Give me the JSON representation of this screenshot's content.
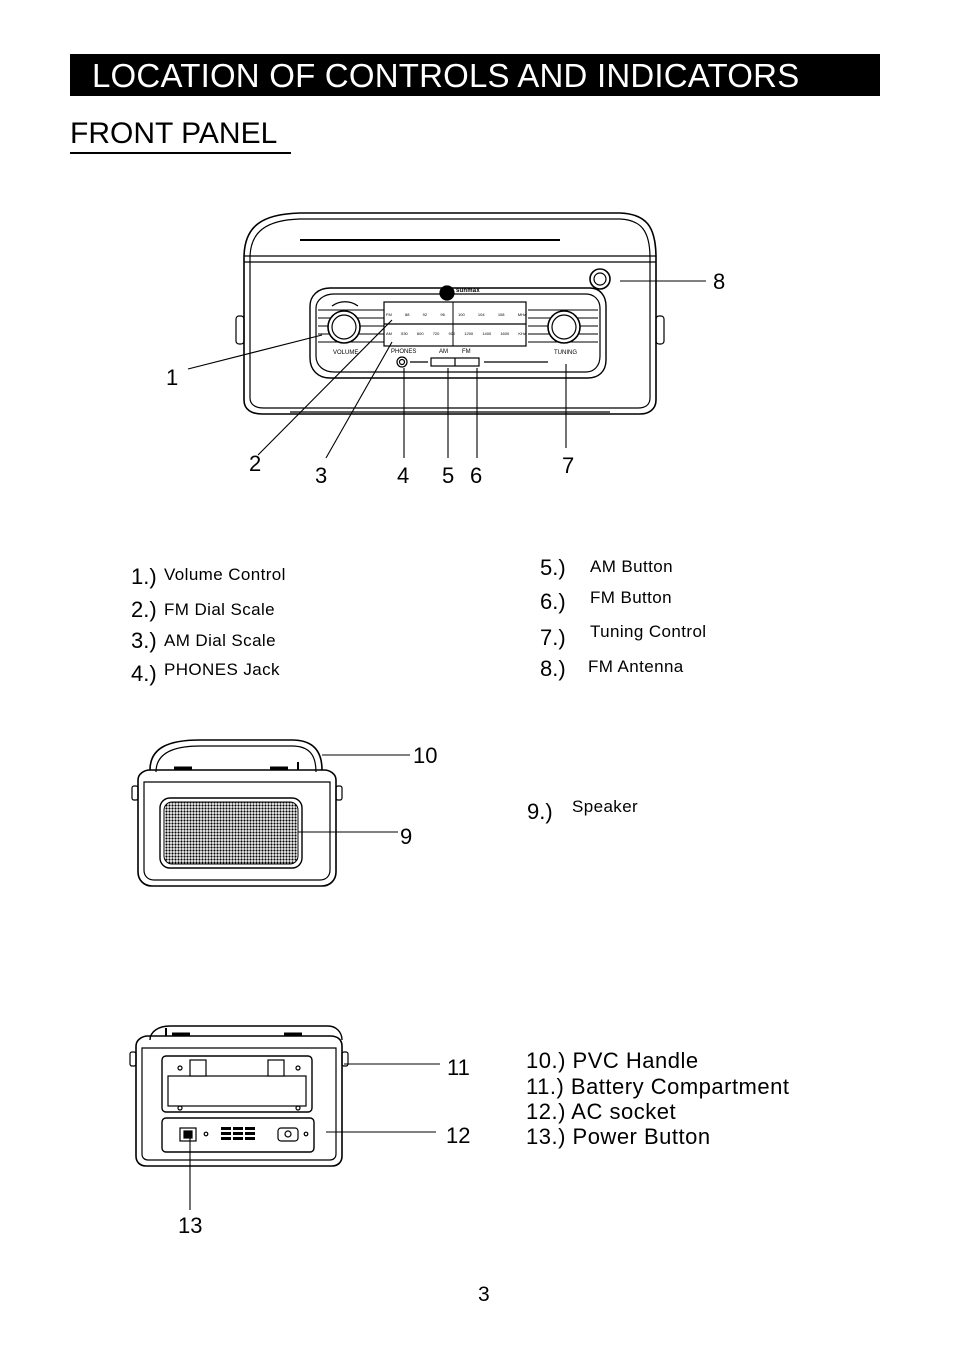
{
  "header": {
    "title": "LOCATION OF CONTROLS AND INDICATORS"
  },
  "section": {
    "title": "FRONT PANEL"
  },
  "front_figure": {
    "brand": "sunmax",
    "volume_label": "VOLUME",
    "phones_label": "PHONES",
    "am_label": "AM",
    "fm_label": "FM",
    "tuning_label": "TUNING",
    "fm_scale": [
      "FM",
      "88",
      "92",
      "96",
      "100",
      "104",
      "108",
      "MHz"
    ],
    "am_scale": [
      "AM",
      "530",
      "600",
      "720",
      "900",
      "1200",
      "1400",
      "1600",
      "KHz"
    ],
    "callouts": [
      "1",
      "2",
      "3",
      "4",
      "5",
      "6",
      "7",
      "8"
    ]
  },
  "front_legend": [
    {
      "num": "1.)",
      "label": "Volume Control"
    },
    {
      "num": "2.)",
      "label": "FM  Dial Scale"
    },
    {
      "num": "3.)",
      "label": "AM  Dial Scale"
    },
    {
      "num": "4.)",
      "label": "PHONES Jack"
    },
    {
      "num": "5.)",
      "label": "AM  Button"
    },
    {
      "num": "6.)",
      "label": "FM Button"
    },
    {
      "num": "7.)",
      "label": "Tuning Control"
    },
    {
      "num": "8.)",
      "label": "FM Antenna"
    }
  ],
  "side_figure": {
    "callouts": [
      "10",
      "9"
    ]
  },
  "side_legend": [
    {
      "num": "9.)",
      "label": "Speaker"
    }
  ],
  "rear_figure": {
    "callouts": [
      "11",
      "12",
      "13"
    ]
  },
  "rear_legend": [
    "10.) PVC Handle",
    "11.) Battery Compartment",
    "12.) AC socket",
    "13.) Power Button"
  ],
  "footer": {
    "page_number": "3"
  }
}
